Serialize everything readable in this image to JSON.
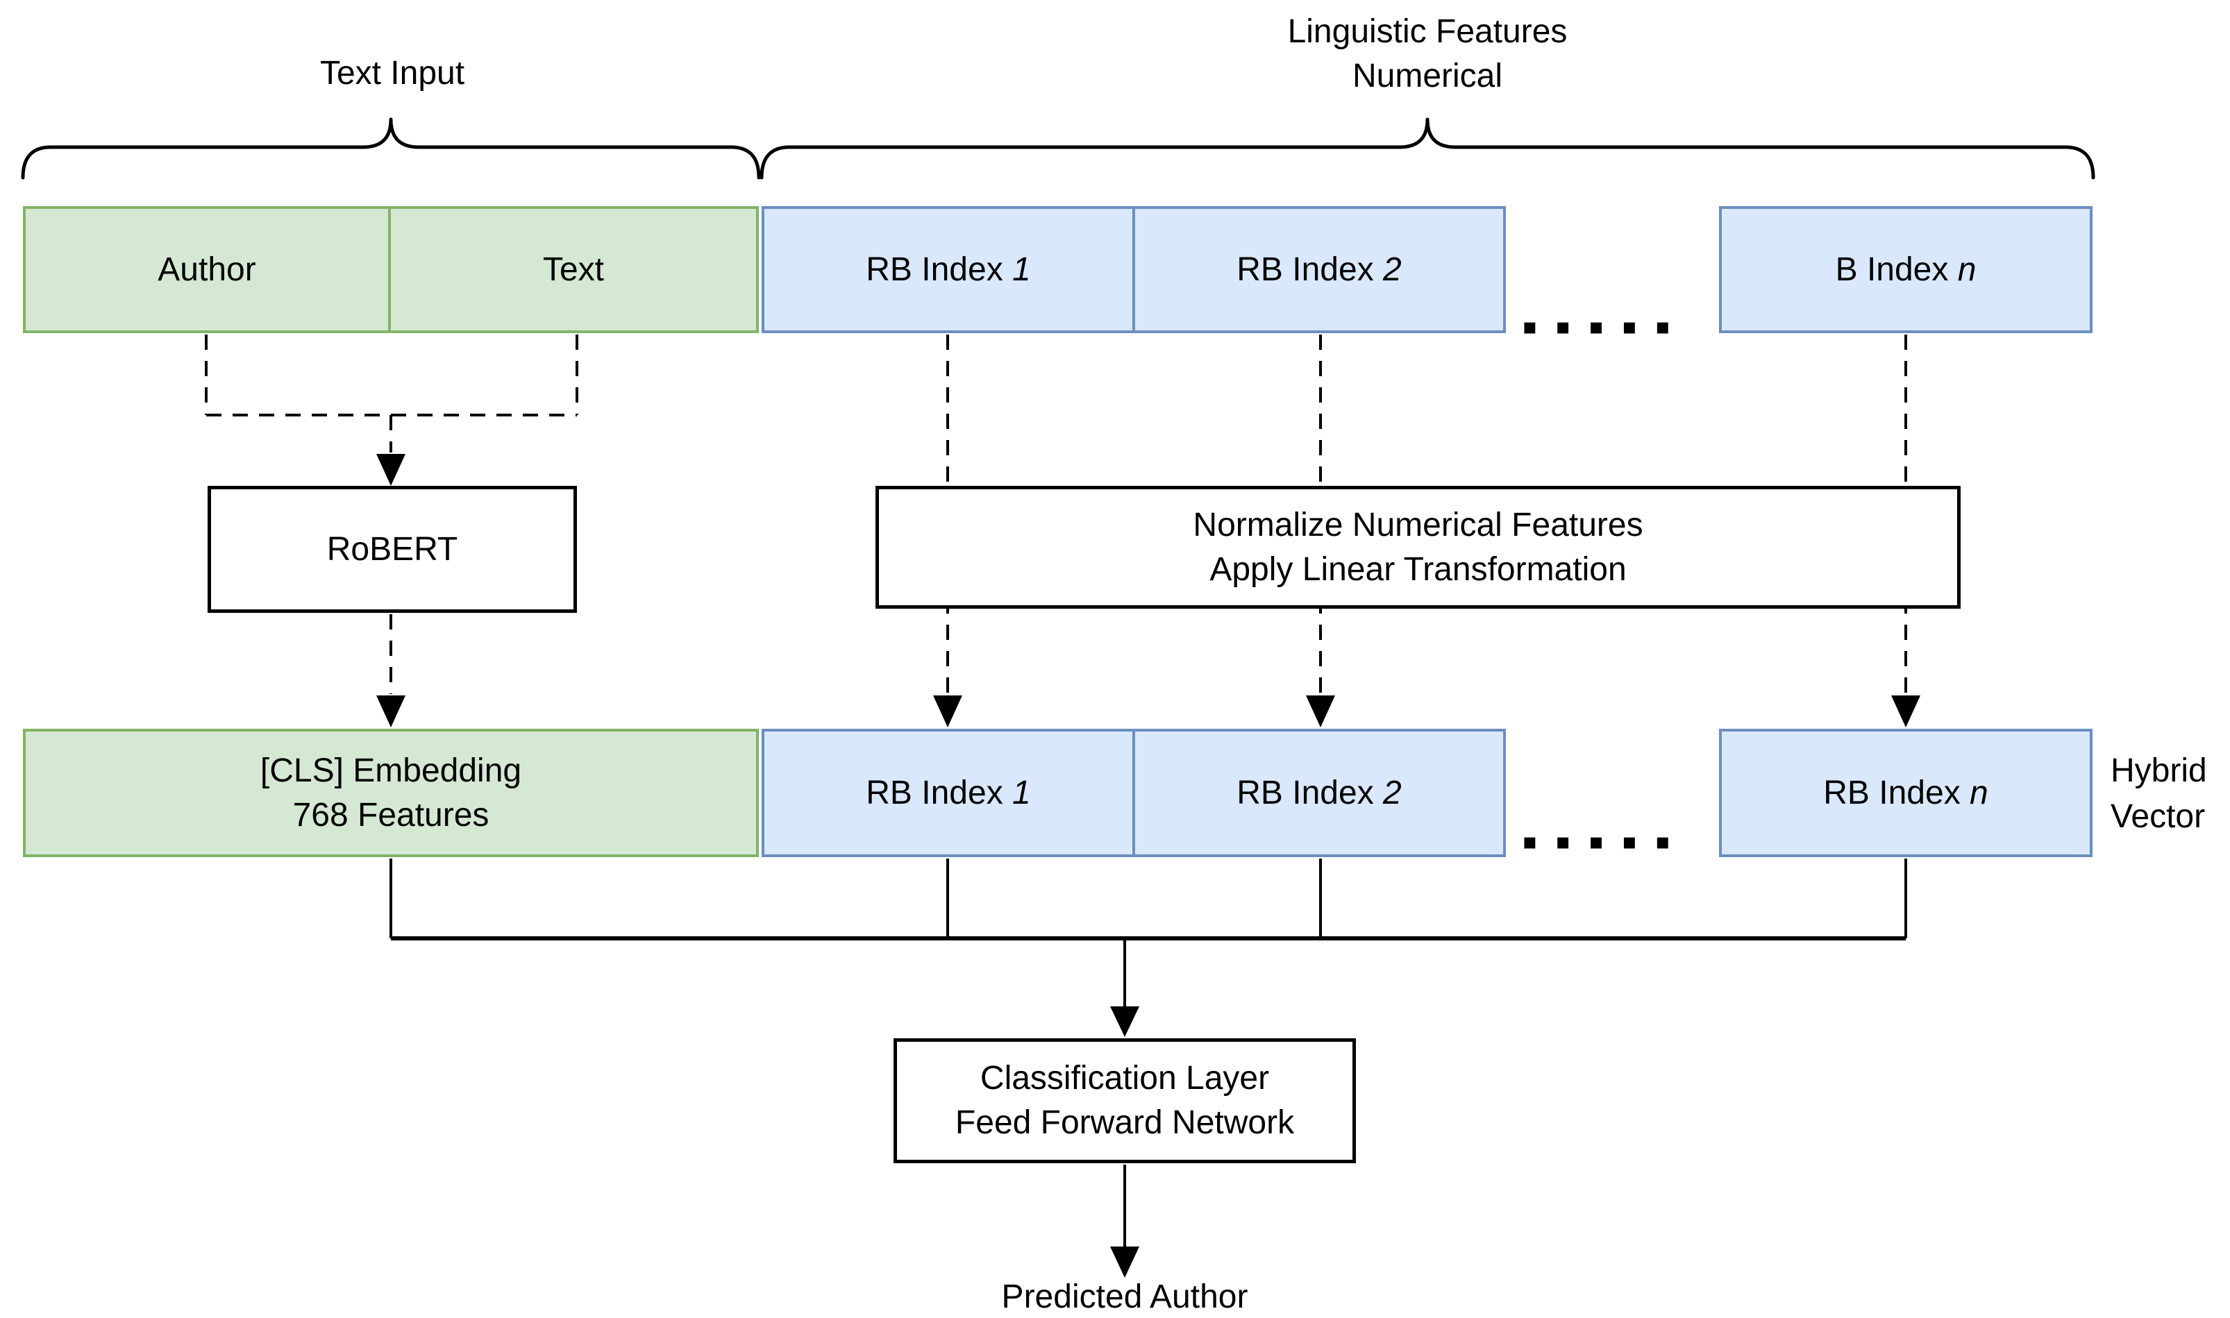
{
  "colors": {
    "green_fill": "#d5e8d4",
    "green_border": "#82b366",
    "blue_fill": "#dae8fc",
    "blue_border": "#6c8ebf",
    "line_color": "#000000"
  },
  "group_labels": {
    "text_input": "Text Input",
    "linguistic_line1": "Linguistic Features",
    "linguistic_line2": "Numerical"
  },
  "row1": {
    "cells": [
      {
        "label": "Author",
        "italic": ""
      },
      {
        "label": "Text",
        "italic": ""
      },
      {
        "label": "RB Index ",
        "italic": "1"
      },
      {
        "label": "RB Index ",
        "italic": "2"
      },
      {
        "label": "B Index ",
        "italic": "n"
      }
    ],
    "ellipsis": "▪ ▪ ▪ ▪ ▪"
  },
  "process": {
    "robert": "RoBERT",
    "normalize_line1": "Normalize Numerical Features",
    "normalize_line2": "Apply Linear Transformation"
  },
  "row2": {
    "cells": [
      {
        "line1": "[CLS] Embedding",
        "line2": "768 Features"
      },
      {
        "label": "RB Index ",
        "italic": "1"
      },
      {
        "label": "RB Index ",
        "italic": "2"
      },
      {
        "label": "RB Index ",
        "italic": "n"
      }
    ],
    "ellipsis": "▪ ▪ ▪ ▪ ▪",
    "side_label_line1": "Hybrid",
    "side_label_line2": "Vector"
  },
  "classifier": {
    "line1": "Classification Layer",
    "line2": "Feed Forward Network"
  },
  "output": {
    "predicted_author": "Predicted Author"
  }
}
